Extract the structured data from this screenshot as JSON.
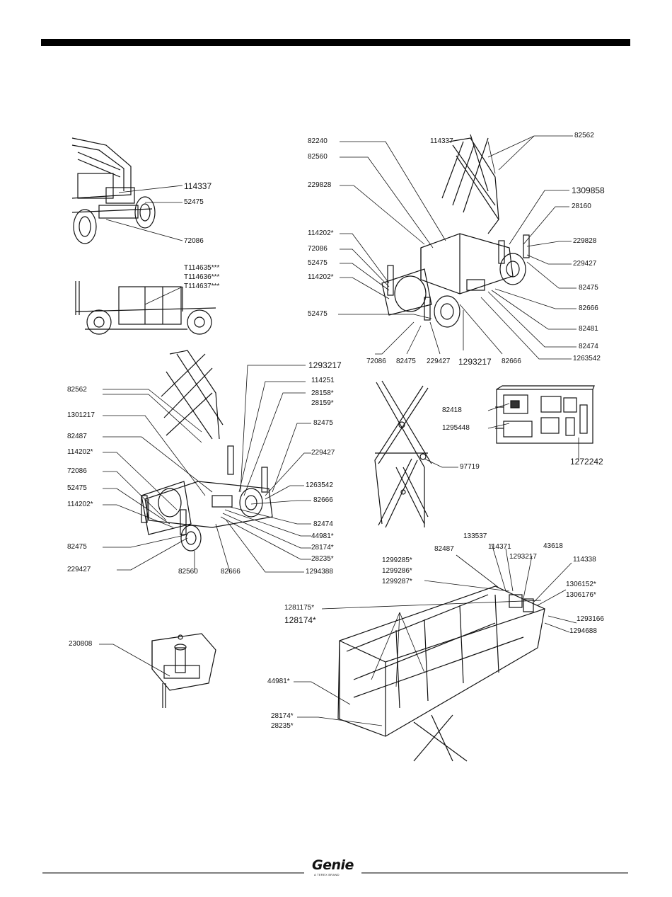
{
  "labels": {
    "tl_114337": "114337",
    "tl_52475": "52475",
    "tl_72086": "72086",
    "ml_t114635": "T114635***",
    "ml_t114636": "T114636***",
    "ml_t114637": "T114637***",
    "tr_82240": "82240",
    "tr_82560": "82560",
    "tr_114337": "114337",
    "tr_82562": "82562",
    "tr_229828a": "229828",
    "tr_1309858": "1309858",
    "tr_28160": "28160",
    "tr_229828b": "229828",
    "tr_229427a": "229427",
    "tr_82475a": "82475",
    "tr_82666a": "82666",
    "tr_82481": "82481",
    "tr_82474": "82474",
    "tr_1263542": "1263542",
    "tr_114202a": "114202*",
    "tr_72086a": "72086",
    "tr_52475a": "52475",
    "tr_114202b": "114202*",
    "tr_52475b": "52475",
    "tr_72086b": "72086",
    "tr_82475b": "82475",
    "tr_229427b": "229427",
    "tr_1293217": "1293217",
    "tr_82666b": "82666",
    "mid_1293217": "1293217",
    "mid_114251": "114251",
    "mid_28158": "28158*",
    "mid_28159": "28159*",
    "mid_82475r": "82475",
    "mid_229427r": "229427",
    "mid_1263542": "1263542",
    "mid_82666r": "82666",
    "mid_82474": "82474",
    "mid_44981": "44981*",
    "mid_28174": "28174*",
    "mid_28235": "28235*",
    "mid_1294388": "1294388",
    "mid_82560": "82560",
    "mid_82666b": "82666",
    "mid_82562": "82562",
    "mid_1301217": "1301217",
    "mid_82487": "82487",
    "mid_114202a": "114202*",
    "mid_72086": "72086",
    "mid_52475": "52475",
    "mid_114202b": "114202*",
    "mid_82475l": "82475",
    "mid_229427l": "229427",
    "sc_97719": "97719",
    "pb_82418": "82418",
    "pb_1295448": "1295448",
    "pb_1272242": "1272242",
    "cb_230808": "230808",
    "pl_1299285": "1299285*",
    "pl_1299286": "1299286*",
    "pl_1299287": "1299287*",
    "pl_82487": "82487",
    "pl_133537": "133537",
    "pl_114371": "114371",
    "pl_1293217": "1293217",
    "pl_43618": "43618",
    "pl_114338": "114338",
    "pl_1306152": "1306152*",
    "pl_1306176": "1306176*",
    "pl_1293166": "1293166",
    "pl_1294688": "1294688",
    "pl_1281175": "1281175*",
    "pl_128174": "128174*",
    "pl_44981": "44981*",
    "pl_28174": "28174*",
    "pl_28235": "28235*"
  },
  "footer": {
    "logo": "Genie",
    "tagline": "A TEREX BRAND"
  },
  "colors": {
    "ink": "#111111",
    "bar": "#000000",
    "paper": "#ffffff"
  }
}
